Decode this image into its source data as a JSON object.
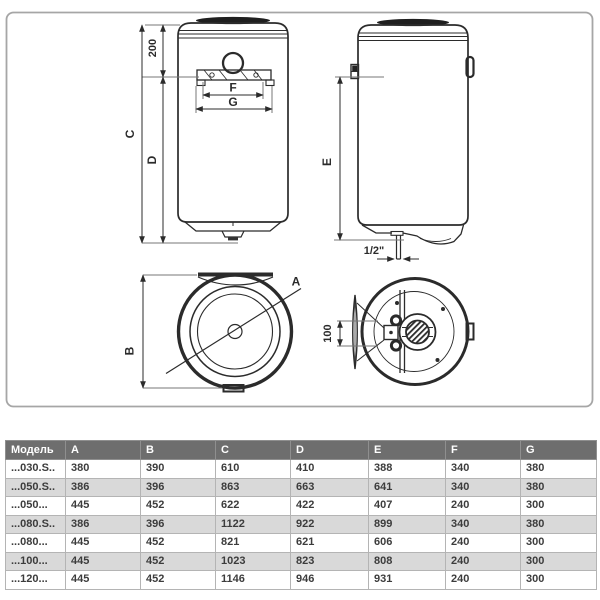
{
  "colors": {
    "line": "#2b2b2b",
    "card_border": "#a6a6a6",
    "table_header_bg": "#6e6e6e",
    "table_row_alt_bg": "#d9d9d9"
  },
  "diagram": {
    "front": {
      "offset200": "200",
      "c": "C",
      "d": "D",
      "f": "F",
      "g": "G"
    },
    "side": {
      "e": "E",
      "pipe": "1/2\""
    },
    "bottom_left": {
      "a": "A",
      "b": "B"
    },
    "bottom_right": {
      "bolt_spacing": "100"
    }
  },
  "table": {
    "headers": [
      "Модель",
      "A",
      "B",
      "C",
      "D",
      "E",
      "F",
      "G"
    ],
    "rows": [
      [
        "...030.S..",
        "380",
        "390",
        "610",
        "410",
        "388",
        "340",
        "380"
      ],
      [
        "...050.S..",
        "386",
        "396",
        "863",
        "663",
        "641",
        "340",
        "380"
      ],
      [
        "...050...",
        "445",
        "452",
        "622",
        "422",
        "407",
        "240",
        "300"
      ],
      [
        "...080.S..",
        "386",
        "396",
        "1122",
        "922",
        "899",
        "340",
        "380"
      ],
      [
        "...080...",
        "445",
        "452",
        "821",
        "621",
        "606",
        "240",
        "300"
      ],
      [
        "...100...",
        "445",
        "452",
        "1023",
        "823",
        "808",
        "240",
        "300"
      ],
      [
        "...120...",
        "445",
        "452",
        "1146",
        "946",
        "931",
        "240",
        "300"
      ]
    ]
  }
}
